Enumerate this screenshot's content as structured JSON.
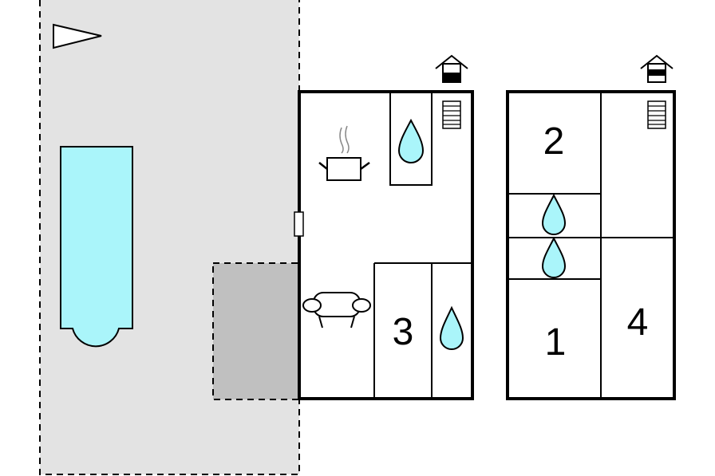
{
  "plan": {
    "colors": {
      "terrace": "#e3e3e3",
      "covered_area": "#c0c0c0",
      "pool": "#aaf5fa",
      "water": "#aaf5fa",
      "walls": "#000000",
      "background": "#ffffff"
    },
    "rooms": {
      "bedroom_1": "1",
      "bedroom_2": "2",
      "bedroom_3": "3",
      "bedroom_4": "4"
    },
    "icons": {
      "north": "north-arrow-icon",
      "entrance": "house-entrance-icon",
      "kitchen": "cooking-pot-icon",
      "living": "sofa-icon",
      "bathroom": "water-drop-icon",
      "stairs": "stairs-icon",
      "door": "door-icon"
    }
  }
}
